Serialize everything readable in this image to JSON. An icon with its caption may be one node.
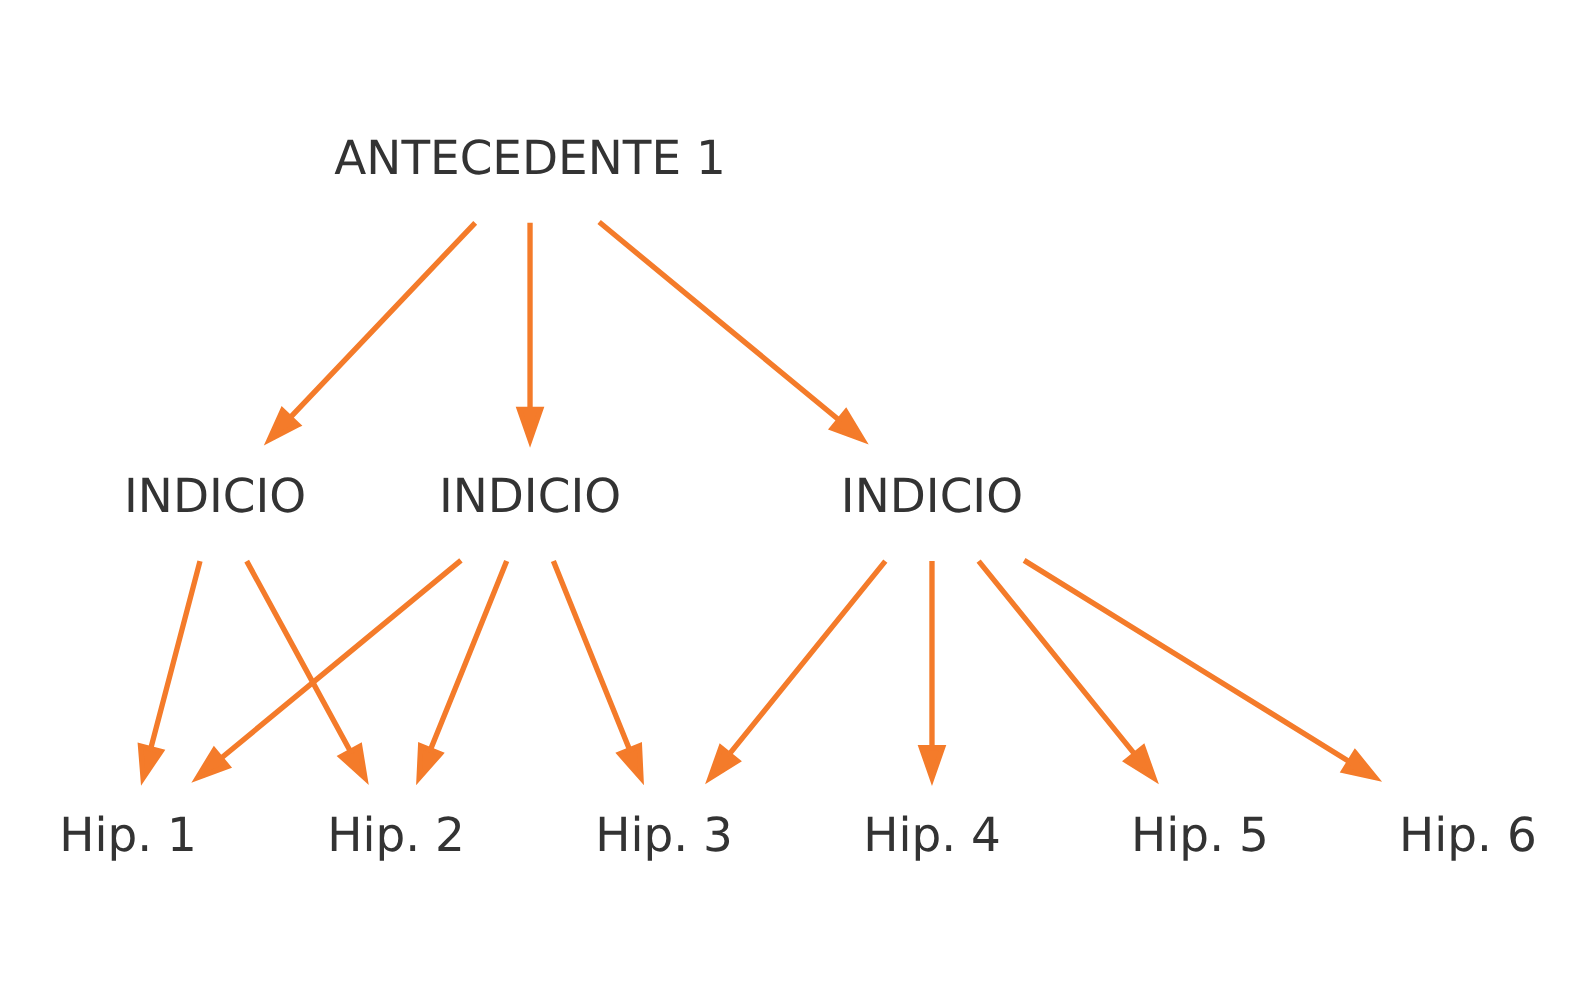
{
  "diagram": {
    "nodes": [
      {
        "text": [
          "ANTECEDENTE 1"
        ]
      },
      {
        "text": [
          "INDICIO"
        ]
      },
      {
        "text": [
          "INDICIO"
        ]
      },
      {
        "text": [
          "INDICIO"
        ]
      },
      {
        "text": [
          "Hip. 1"
        ]
      },
      {
        "text": [
          "Hip. 2"
        ]
      },
      {
        "text": [
          "Hip. 3"
        ]
      },
      {
        "text": [
          "Hip. 4"
        ]
      },
      {
        "text": [
          "Hip. 5"
        ]
      },
      {
        "text": [
          "Hip. 6"
        ]
      }
    ],
    "edges": [
      {
        "from": 0,
        "to": 1,
        "arrow": "to"
      },
      {
        "from": 0,
        "to": 2,
        "arrow": "to"
      },
      {
        "from": 0,
        "to": 3,
        "arrow": "to"
      },
      {
        "from": 1,
        "to": 4,
        "arrow": "to"
      },
      {
        "from": 1,
        "to": 5,
        "arrow": "to"
      },
      {
        "from": 2,
        "to": 4,
        "arrow": "to"
      },
      {
        "from": 2,
        "to": 5,
        "arrow": "to"
      },
      {
        "from": 2,
        "to": 6,
        "arrow": "to"
      },
      {
        "from": 3,
        "to": 6,
        "arrow": "to"
      },
      {
        "from": 3,
        "to": 7,
        "arrow": "to"
      },
      {
        "from": 3,
        "to": 8,
        "arrow": "to"
      },
      {
        "from": 3,
        "to": 9,
        "arrow": "to"
      }
    ]
  }
}
